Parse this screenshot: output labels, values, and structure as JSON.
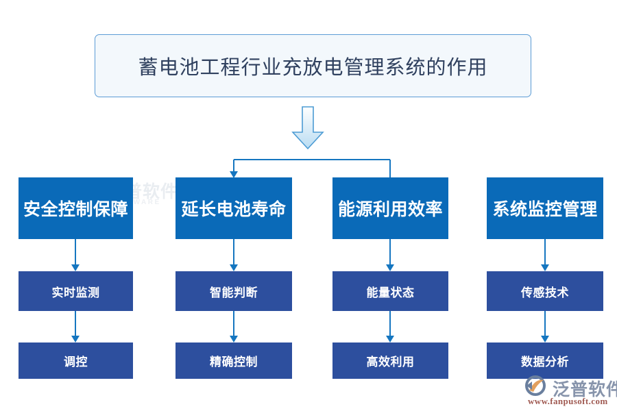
{
  "title": {
    "text": "蓄电池工程行业充放电管理系统的作用"
  },
  "colors": {
    "level1_box": "#0a6ab8",
    "level2_box": "#2d4f9e",
    "level3_box": "#2d4f9e",
    "title_bg": "#f3f8fc",
    "title_border": "#5b9bd5",
    "title_text": "#30415f",
    "connector": "#1f7ac4",
    "box_text": "#ffffff",
    "logo_text": "#8794ab",
    "logo_url": "#a05a52"
  },
  "columns": [
    {
      "level1": "安全控制保障",
      "level2": "实时监测",
      "level3": "调控"
    },
    {
      "level1": "延长电池寿命",
      "level2": "智能判断",
      "level3": "精确控制"
    },
    {
      "level1": "能源利用效率",
      "level2": "能量状态",
      "level3": "高效利用"
    },
    {
      "level1": "系统监控管理",
      "level2": "传感技术",
      "level3": "数据分析"
    }
  ],
  "watermark": {
    "name": "泛普软件",
    "sub": "SOFTWARE"
  },
  "logo": {
    "name": "泛普软件",
    "url": "www.fanpusoft.com"
  }
}
